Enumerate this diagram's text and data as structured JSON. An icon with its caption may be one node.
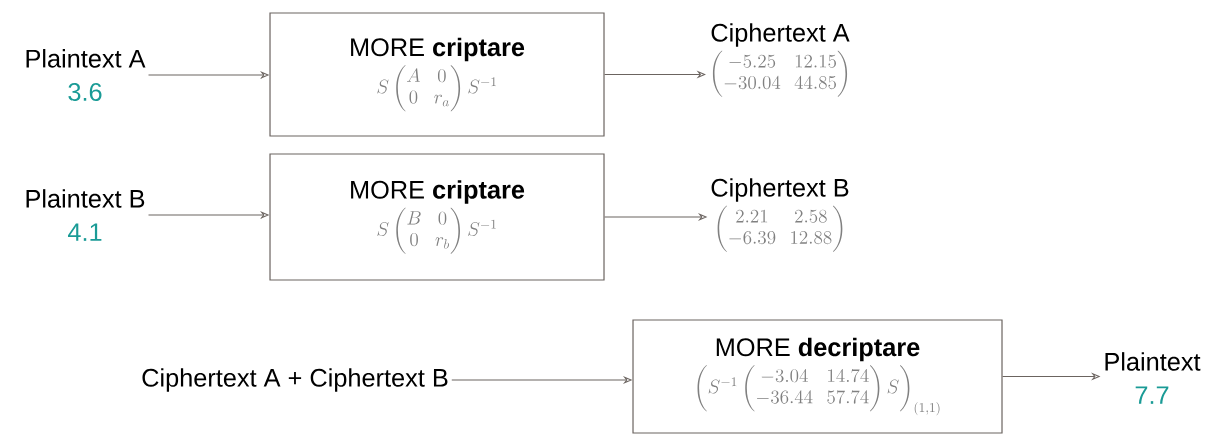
{
  "diagram": {
    "nodes": [
      {
        "text": [
          "Plaintext A",
          "3.6"
        ]
      },
      {
        "text": [
          "MORE **criptare**",
          "S\\begin{pmatrix}A & 0\\\\ 0 & r_a\\end{pmatrix}S^{-1}"
        ]
      },
      {
        "text": [
          "Ciphertext A",
          "\\begin{pmatrix}-5.25 & 12.15\\\\ -30.04 & 44.85\\end{pmatrix}"
        ]
      },
      {
        "text": [
          "Plaintext B",
          "4.1"
        ]
      },
      {
        "text": [
          "MORE **criptare**",
          "S\\begin{pmatrix}B & 0\\\\ 0 & r_b\\end{pmatrix}S^{-1}"
        ]
      },
      {
        "text": [
          "Ciphertext B",
          "\\begin{pmatrix}2.21 & 2.58\\\\ -6.39 & 12.88\\end{pmatrix}"
        ]
      },
      {
        "text": [
          "Ciphertext A + Ciphertext B"
        ]
      },
      {
        "text": [
          "MORE **decriptare**",
          "\\left(S^{-1}\\begin{pmatrix}-3.04 & 14.74\\\\ -36.44 & 57.74\\end{pmatrix}S\\right)_{(1,1)}"
        ]
      },
      {
        "text": [
          "Plaintext",
          "7.7"
        ]
      }
    ],
    "edges": [
      {
        "from": 0,
        "to": 1,
        "arrow": "to"
      },
      {
        "from": 1,
        "to": 2,
        "arrow": "to"
      },
      {
        "from": 3,
        "to": 4,
        "arrow": "to"
      },
      {
        "from": 4,
        "to": 5,
        "arrow": "to"
      },
      {
        "from": 6,
        "to": 7,
        "arrow": "to"
      },
      {
        "from": 7,
        "to": 8,
        "arrow": "to"
      }
    ]
  }
}
